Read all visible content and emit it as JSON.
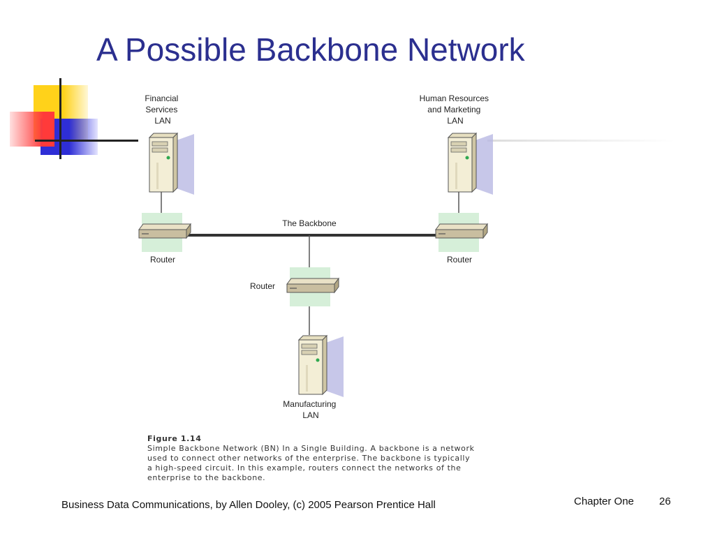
{
  "slide": {
    "title": "A Possible Backbone Network"
  },
  "diagram": {
    "lans": [
      {
        "label_lines": [
          "Financial",
          "Services",
          "LAN"
        ]
      },
      {
        "label_lines": [
          "Human Resources",
          "and Marketing",
          "LAN"
        ]
      },
      {
        "label_lines": [
          "Manufacturing",
          "LAN"
        ]
      }
    ],
    "routers": [
      {
        "label": "Router"
      },
      {
        "label": "Router"
      },
      {
        "label": "Router"
      }
    ],
    "backbone_label": "The Backbone"
  },
  "caption": {
    "figure": "Figure 1.14",
    "lines": [
      "Simple Backbone Network (BN) In a Single Building. A backbone is a network",
      "used to connect other networks of the enterprise. The backbone is typically",
      "a high-speed circuit. In this example, routers connect the networks of the",
      "enterprise to the backbone."
    ]
  },
  "footer": {
    "source": "Business Data Communications, by Allen Dooley, (c) 2005 Pearson Prentice Hall",
    "chapter": "Chapter One",
    "page": "26"
  },
  "colors": {
    "title": "#2b2f8f",
    "deco_yellow": "#ffd21a",
    "deco_red": "#ff3a3a",
    "deco_blue": "#2e2ed6",
    "router_highlight": "#d6efd9",
    "shadow": "#b9b9e3"
  }
}
